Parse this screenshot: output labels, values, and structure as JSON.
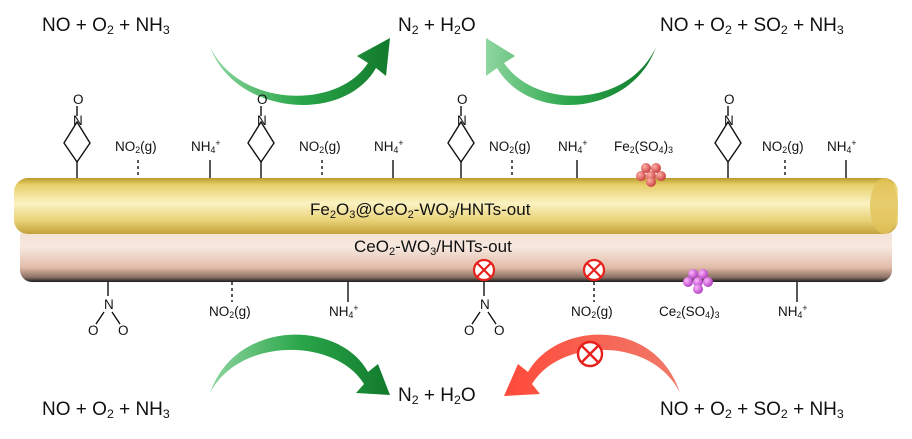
{
  "equations": {
    "top_left": [
      "NO + O",
      "2",
      " + NH",
      "3"
    ],
    "top_center": [
      "N",
      "2",
      " + H",
      "2",
      "O"
    ],
    "top_right": [
      "NO + O",
      "2",
      " + SO",
      "2",
      " + NH",
      "3"
    ],
    "bottom_left": [
      "NO + O",
      "2",
      " + NH",
      "3"
    ],
    "bottom_center": [
      "N",
      "2",
      " + H",
      "2",
      "O"
    ],
    "bottom_right": [
      "NO + O",
      "2",
      " + SO",
      "2",
      " + NH",
      "3"
    ]
  },
  "tube": {
    "outer_label": [
      "Fe",
      "2",
      "O",
      "3",
      "@CeO",
      "2",
      "-WO",
      "3",
      "/HNTs-out"
    ],
    "inner_label": [
      "CeO",
      "2",
      "-WO",
      "3",
      "/HNTs-out"
    ]
  },
  "species": {
    "no2g": [
      "NO",
      "2",
      "(g)"
    ],
    "nh4": [
      "NH",
      "4",
      "+"
    ],
    "fe_sulfate": [
      "Fe",
      "2",
      "(SO",
      "4",
      ")",
      "3"
    ],
    "ce_sulfate": [
      "Ce",
      "2",
      "(SO",
      "4",
      ")",
      "3"
    ],
    "nitrate_n": "N",
    "nitrate_o": "O"
  },
  "colors": {
    "green_arrow": "#1f9a3a",
    "red_arrow": "#e8201c",
    "outer_tube": "#e6cc62",
    "inner_tube": "#e9c7b6",
    "fe_balls": "#e05a5a",
    "ce_balls": "#d65ad6"
  }
}
